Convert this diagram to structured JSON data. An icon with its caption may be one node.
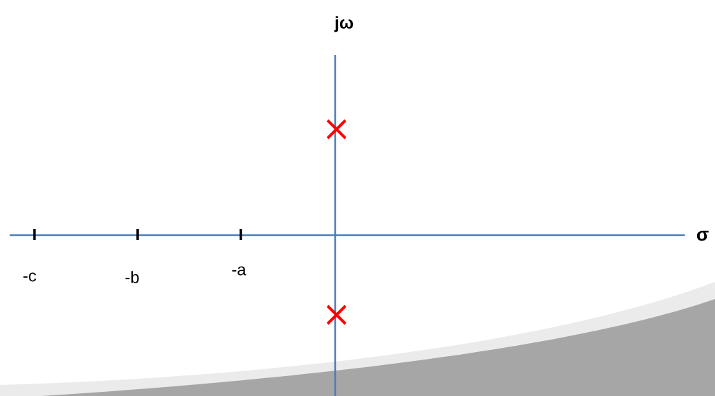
{
  "diagram": {
    "labels": [
      "jω",
      "σ",
      "-c",
      "-b",
      "-a"
    ]
  }
}
